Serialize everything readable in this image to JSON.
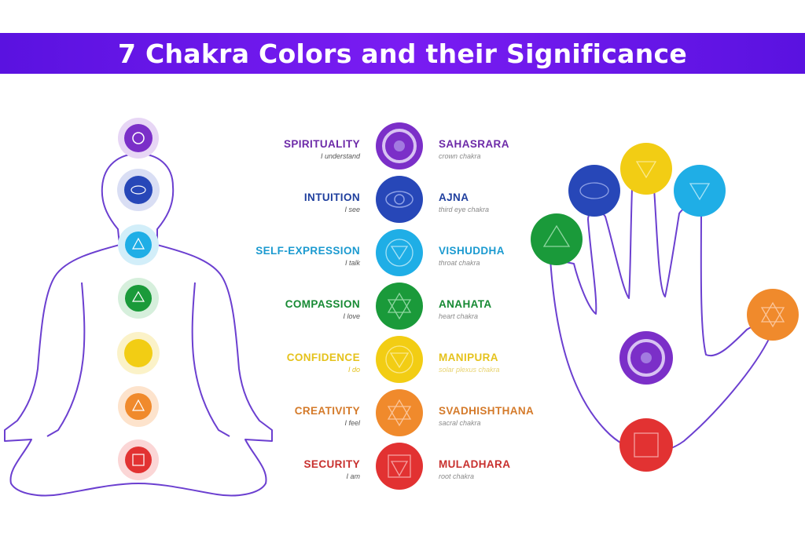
{
  "title": "7 Chakra Colors and their Significance",
  "colors": {
    "banner": "#6a17ea",
    "outline": "#6b3fd0"
  },
  "chakras": [
    {
      "quality": "SPIRITUALITY",
      "phrase": "I understand",
      "name": "SAHASRARA",
      "subtitle": "crown chakra",
      "color": "#7b2fc8",
      "icon": "crown-chakra-icon"
    },
    {
      "quality": "INTUITION",
      "phrase": "I see",
      "name": "AJNA",
      "subtitle": "third eye chakra",
      "color": "#2747b8",
      "icon": "third-eye-chakra-icon"
    },
    {
      "quality": "SELF-EXPRESSION",
      "phrase": "I talk",
      "name": "VISHUDDHA",
      "subtitle": "throat chakra",
      "color": "#1faee6",
      "icon": "throat-chakra-icon"
    },
    {
      "quality": "COMPASSION",
      "phrase": "I love",
      "name": "ANAHATA",
      "subtitle": "heart chakra",
      "color": "#1a9a3a",
      "icon": "heart-chakra-icon"
    },
    {
      "quality": "CONFIDENCE",
      "phrase": "I do",
      "name": "MANIPURA",
      "subtitle": "solar plexus chakra",
      "color": "#f2cd14",
      "icon": "solar-plexus-chakra-icon"
    },
    {
      "quality": "CREATIVITY",
      "phrase": "I feel",
      "name": "SVADHISHTHANA",
      "subtitle": "sacral chakra",
      "color": "#f08a2c",
      "icon": "sacral-chakra-icon"
    },
    {
      "quality": "SECURITY",
      "phrase": "I am",
      "name": "MULADHARA",
      "subtitle": "root chakra",
      "color": "#e23232",
      "icon": "root-chakra-icon"
    }
  ],
  "label_colors": {
    "SPIRITUALITY": "#6d2aa8",
    "INTUITION": "#1f3f9e",
    "SELF-EXPRESSION": "#1b9ad0",
    "COMPASSION": "#178a34",
    "CONFIDENCE": "#e5c21c",
    "CREATIVITY": "#d47a2a",
    "SECURITY": "#c8302e"
  }
}
